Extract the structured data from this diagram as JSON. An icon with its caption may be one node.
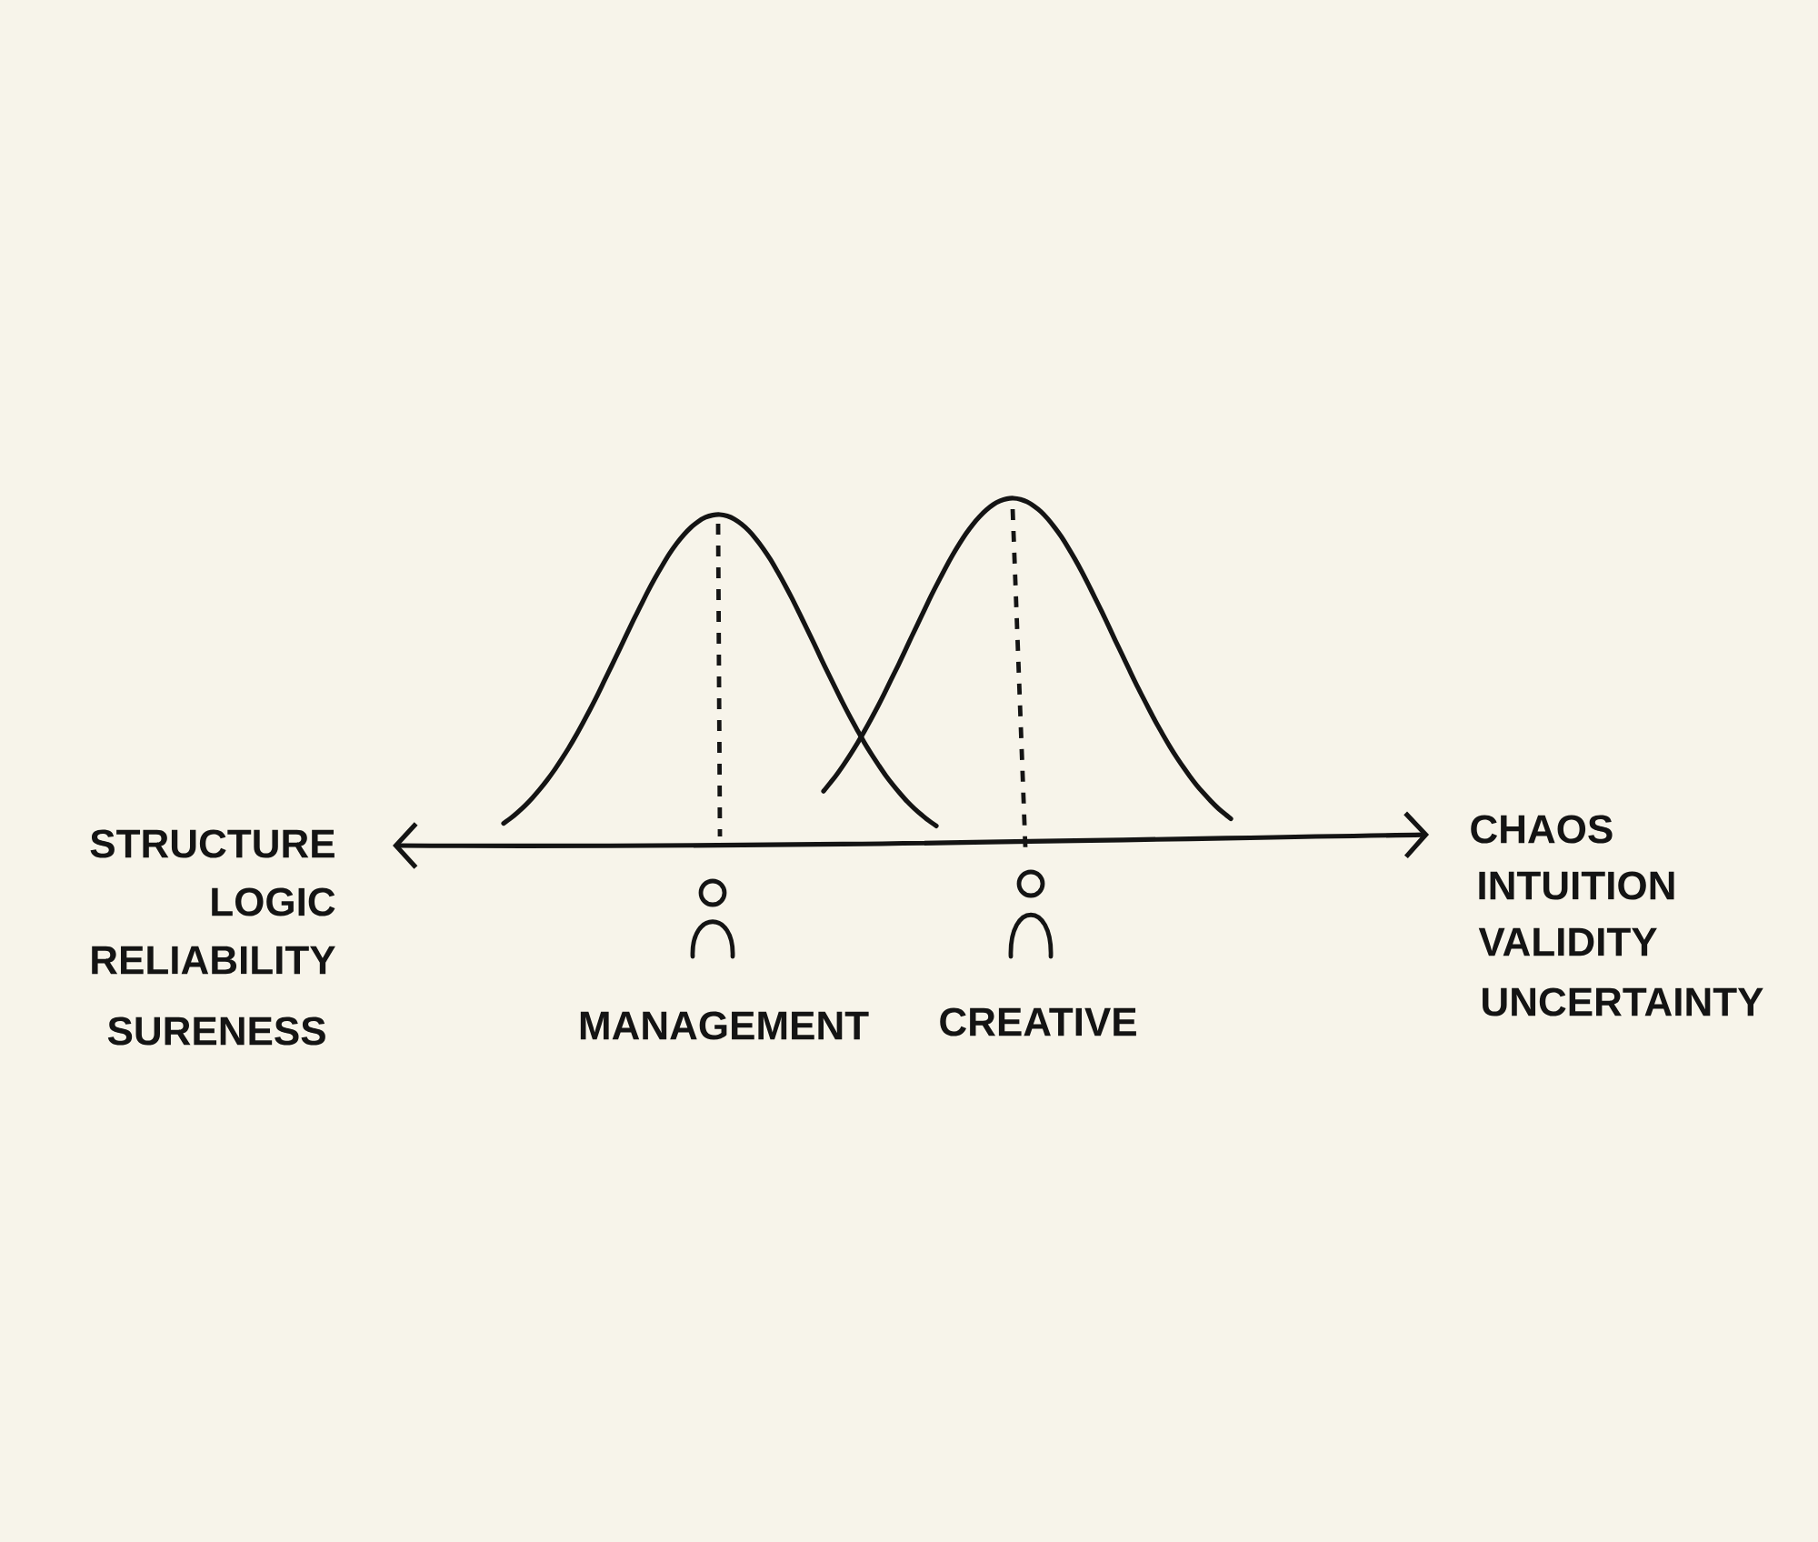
{
  "diagram": {
    "labels": [
      "STRUCTURE",
      "LOGIC",
      "RELIABILITY",
      "SURENESS",
      "MANAGEMENT",
      "CREATIVE",
      "CHAOS",
      "INTUITION",
      "VALIDITY",
      "UNCERTAINTY"
    ]
  }
}
